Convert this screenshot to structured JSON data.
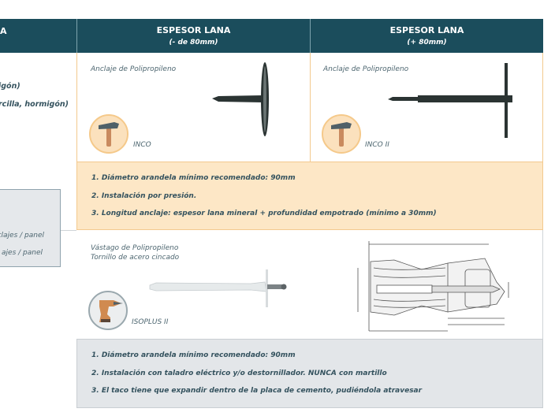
{
  "header": {
    "col_left_partial": "A",
    "col1_title": "ESPESOR LANA",
    "col1_sub": "(- de 80mm)",
    "col2_title": "ESPESOR LANA",
    "col2_sub": "(+ 80mm)"
  },
  "left_column": {
    "line1": "igón)",
    "line2": "rcilla, hormigón)",
    "box_line1": "clajes / panel",
    "box_line2": "ajes / panel"
  },
  "section_hammer": {
    "products": [
      {
        "material": "Anclaje de Polipropileno",
        "name": "INCO",
        "tool_icon": "hammer-icon"
      },
      {
        "material": "Anclaje de Polipropileno",
        "name": "INCO II",
        "tool_icon": "hammer-icon"
      }
    ],
    "notes": [
      "1. Diámetro arandela mínimo recomendado: 90mm",
      "2. Instalación por presión.",
      "3. Longitud anclaje: espesor lana mineral + profundidad empotrado (mínimo a 30mm)"
    ],
    "colors": {
      "border": "#f3c98e",
      "notes_bg": "#fde7c6"
    }
  },
  "section_drill": {
    "material_line1": "Vástago de Polipropileno",
    "material_line2": "Tornillo de acero cincado",
    "name": "ISOPLUS II",
    "tool_icon": "drill-icon",
    "notes": [
      "1. Diámetro arandela mínimo recomendado: 90mm",
      "2. Instalación con taladro eléctrico y/o destornillador. NUNCA con martillo",
      "3. El taco tiene que expandir dentro de la placa de cemento, pudiéndola atravesar"
    ],
    "colors": {
      "notes_bg": "#e3e6e9"
    }
  },
  "colors": {
    "header_bg": "#1b4d5c",
    "text": "#34525e"
  }
}
